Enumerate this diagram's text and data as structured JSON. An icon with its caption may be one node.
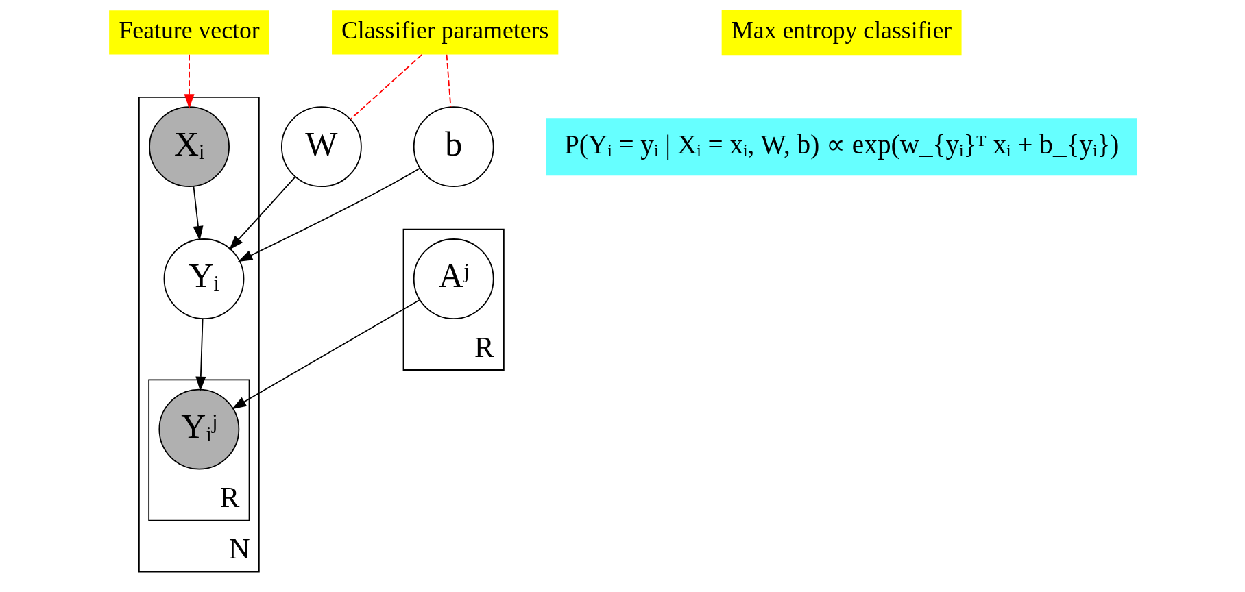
{
  "diagram": {
    "nodes": [
      {
        "text": [
          "N"
        ]
      },
      {
        "text": [
          "Xᵢ"
        ],
        "in": 0
      },
      {
        "text": [
          "Yᵢ"
        ],
        "in": 0
      },
      {
        "text": [
          "R"
        ],
        "in": 0
      },
      {
        "text": [
          "Yᵢʲ"
        ],
        "in": 3
      },
      {
        "text": [
          "W"
        ]
      },
      {
        "text": [
          "b"
        ]
      },
      {
        "text": [
          "R"
        ]
      },
      {
        "text": [
          "Aʲ"
        ],
        "in": 7
      },
      {
        "text": [
          "Feature vector"
        ]
      },
      {
        "text": [
          "Classifier parameters"
        ]
      },
      {
        "text": [
          "Max entropy classifier"
        ]
      },
      {
        "text": [
          "P(Yᵢ = yᵢ | Xᵢ = xᵢ, W, b) ∝ exp(w_{yᵢ}ᵀ xᵢ + b_{yᵢ})"
        ]
      }
    ],
    "edges": [
      {
        "from": 9,
        "to": 1,
        "arrow": "to",
        "style": "dashed",
        "color": "#ff0000"
      },
      {
        "from": 1,
        "to": 2,
        "arrow": "to"
      },
      {
        "from": 5,
        "to": 2,
        "arrow": "to"
      },
      {
        "from": 6,
        "to": 2,
        "arrow": "to"
      },
      {
        "from": 2,
        "to": 4,
        "arrow": "to"
      },
      {
        "from": 8,
        "to": 4,
        "arrow": "to"
      },
      {
        "from": 10,
        "to": 5,
        "arrow": "none",
        "style": "dashed",
        "color": "#ff0000"
      },
      {
        "from": 10,
        "to": 6,
        "arrow": "none",
        "style": "dashed",
        "color": "#ff0000"
      }
    ]
  }
}
